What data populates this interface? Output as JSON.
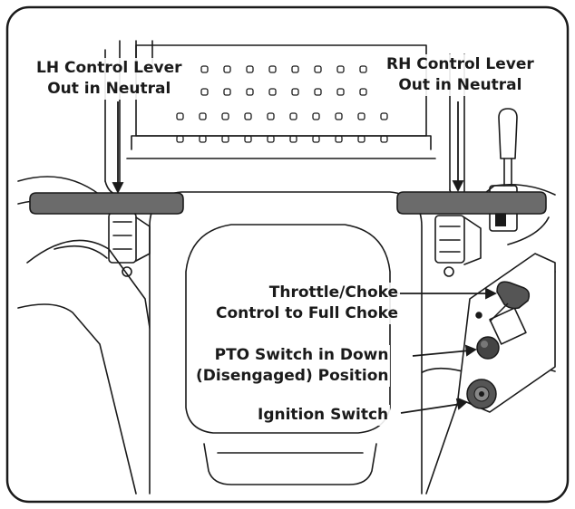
{
  "labels": {
    "lh_lever": [
      "LH Control Lever",
      "Out in Neutral"
    ],
    "rh_lever": [
      "RH Control Lever",
      "Out in Neutral"
    ],
    "throttle": [
      "Throttle/Choke",
      "Control to Full Choke"
    ],
    "pto": [
      "PTO Switch in Down",
      "(Disengaged) Position"
    ],
    "ignition": "Ignition Switch"
  },
  "colors": {
    "lever": "#6b6b6b",
    "line": "#1a1a1a",
    "background": "#ffffff"
  }
}
